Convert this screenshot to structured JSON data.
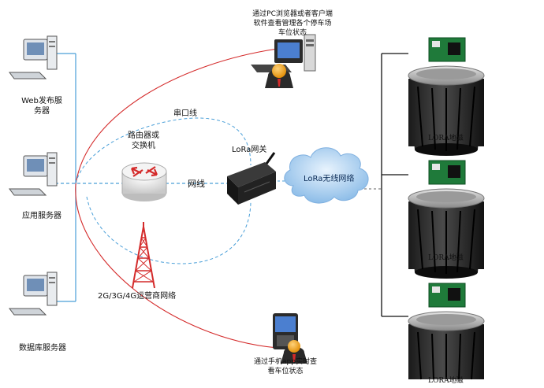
{
  "servers": [
    {
      "label": "Web发布服\n务器"
    },
    {
      "label": "应用服务器"
    },
    {
      "label": "数据库服务器"
    }
  ],
  "router_label": "路由器或\n交换机",
  "serial_line_label": "串口线",
  "network_cable_label": "网线",
  "gateway_label": "LoRa网关",
  "cloud_label": "LoRa无线网络",
  "tower_label": "2G/3G/4G运营商网络",
  "pc_note": "通过PC浏览器或者客户端\n软件查看管理各个停车场\n车位状态",
  "phone_note": "通过手机app实时查\n看车位状态",
  "sensors": [
    {
      "label": "LORA地磁"
    },
    {
      "label": "LORA地磁"
    },
    {
      "label": "LORA地磁"
    }
  ],
  "colors": {
    "red": "#d42a2a",
    "blue": "#4a9fd8",
    "dark": "#111111",
    "cloud": "#9fc7ec"
  }
}
